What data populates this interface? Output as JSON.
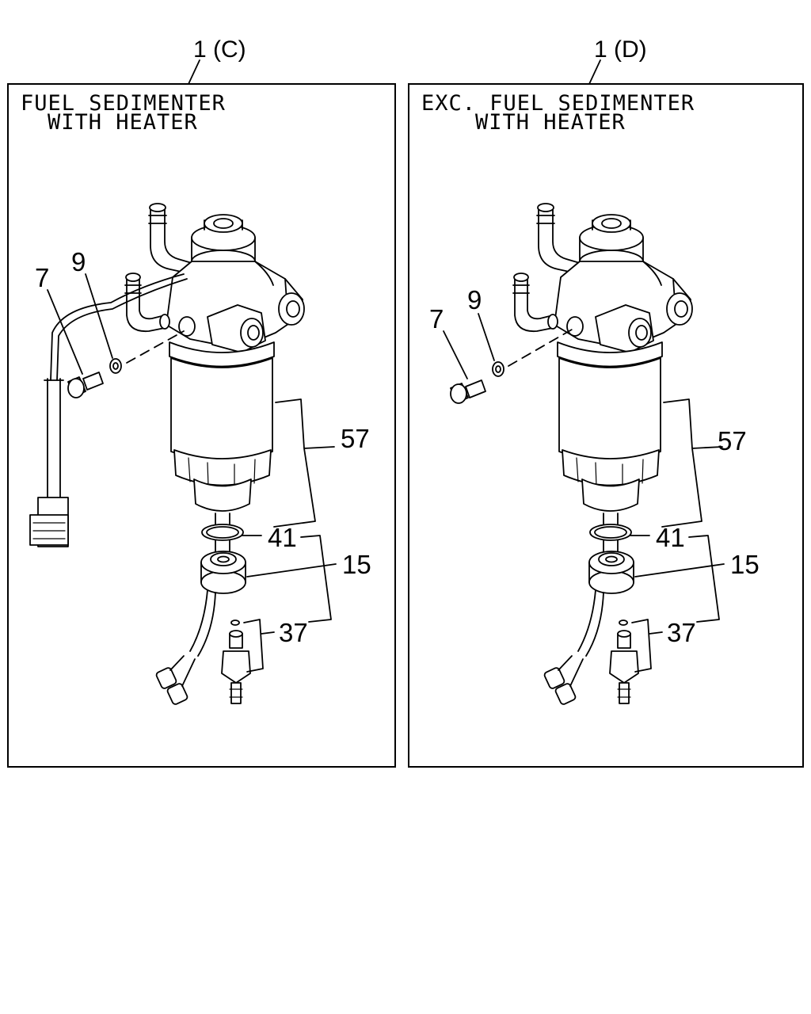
{
  "panels": [
    {
      "tag": "1 (C)",
      "caption_line1": "FUEL SEDIMENTER",
      "caption_line2": "WITH HEATER",
      "callouts": {
        "bolt": "7",
        "washer": "9",
        "filter": "57",
        "oring": "41",
        "heater": "15",
        "drain": "37"
      }
    },
    {
      "tag": "1 (D)",
      "caption_line1": "EXC. FUEL SEDIMENTER",
      "caption_line2": "WITH HEATER",
      "callouts": {
        "bolt": "7",
        "washer": "9",
        "filter": "57",
        "oring": "41",
        "heater": "15",
        "drain": "37"
      }
    }
  ]
}
